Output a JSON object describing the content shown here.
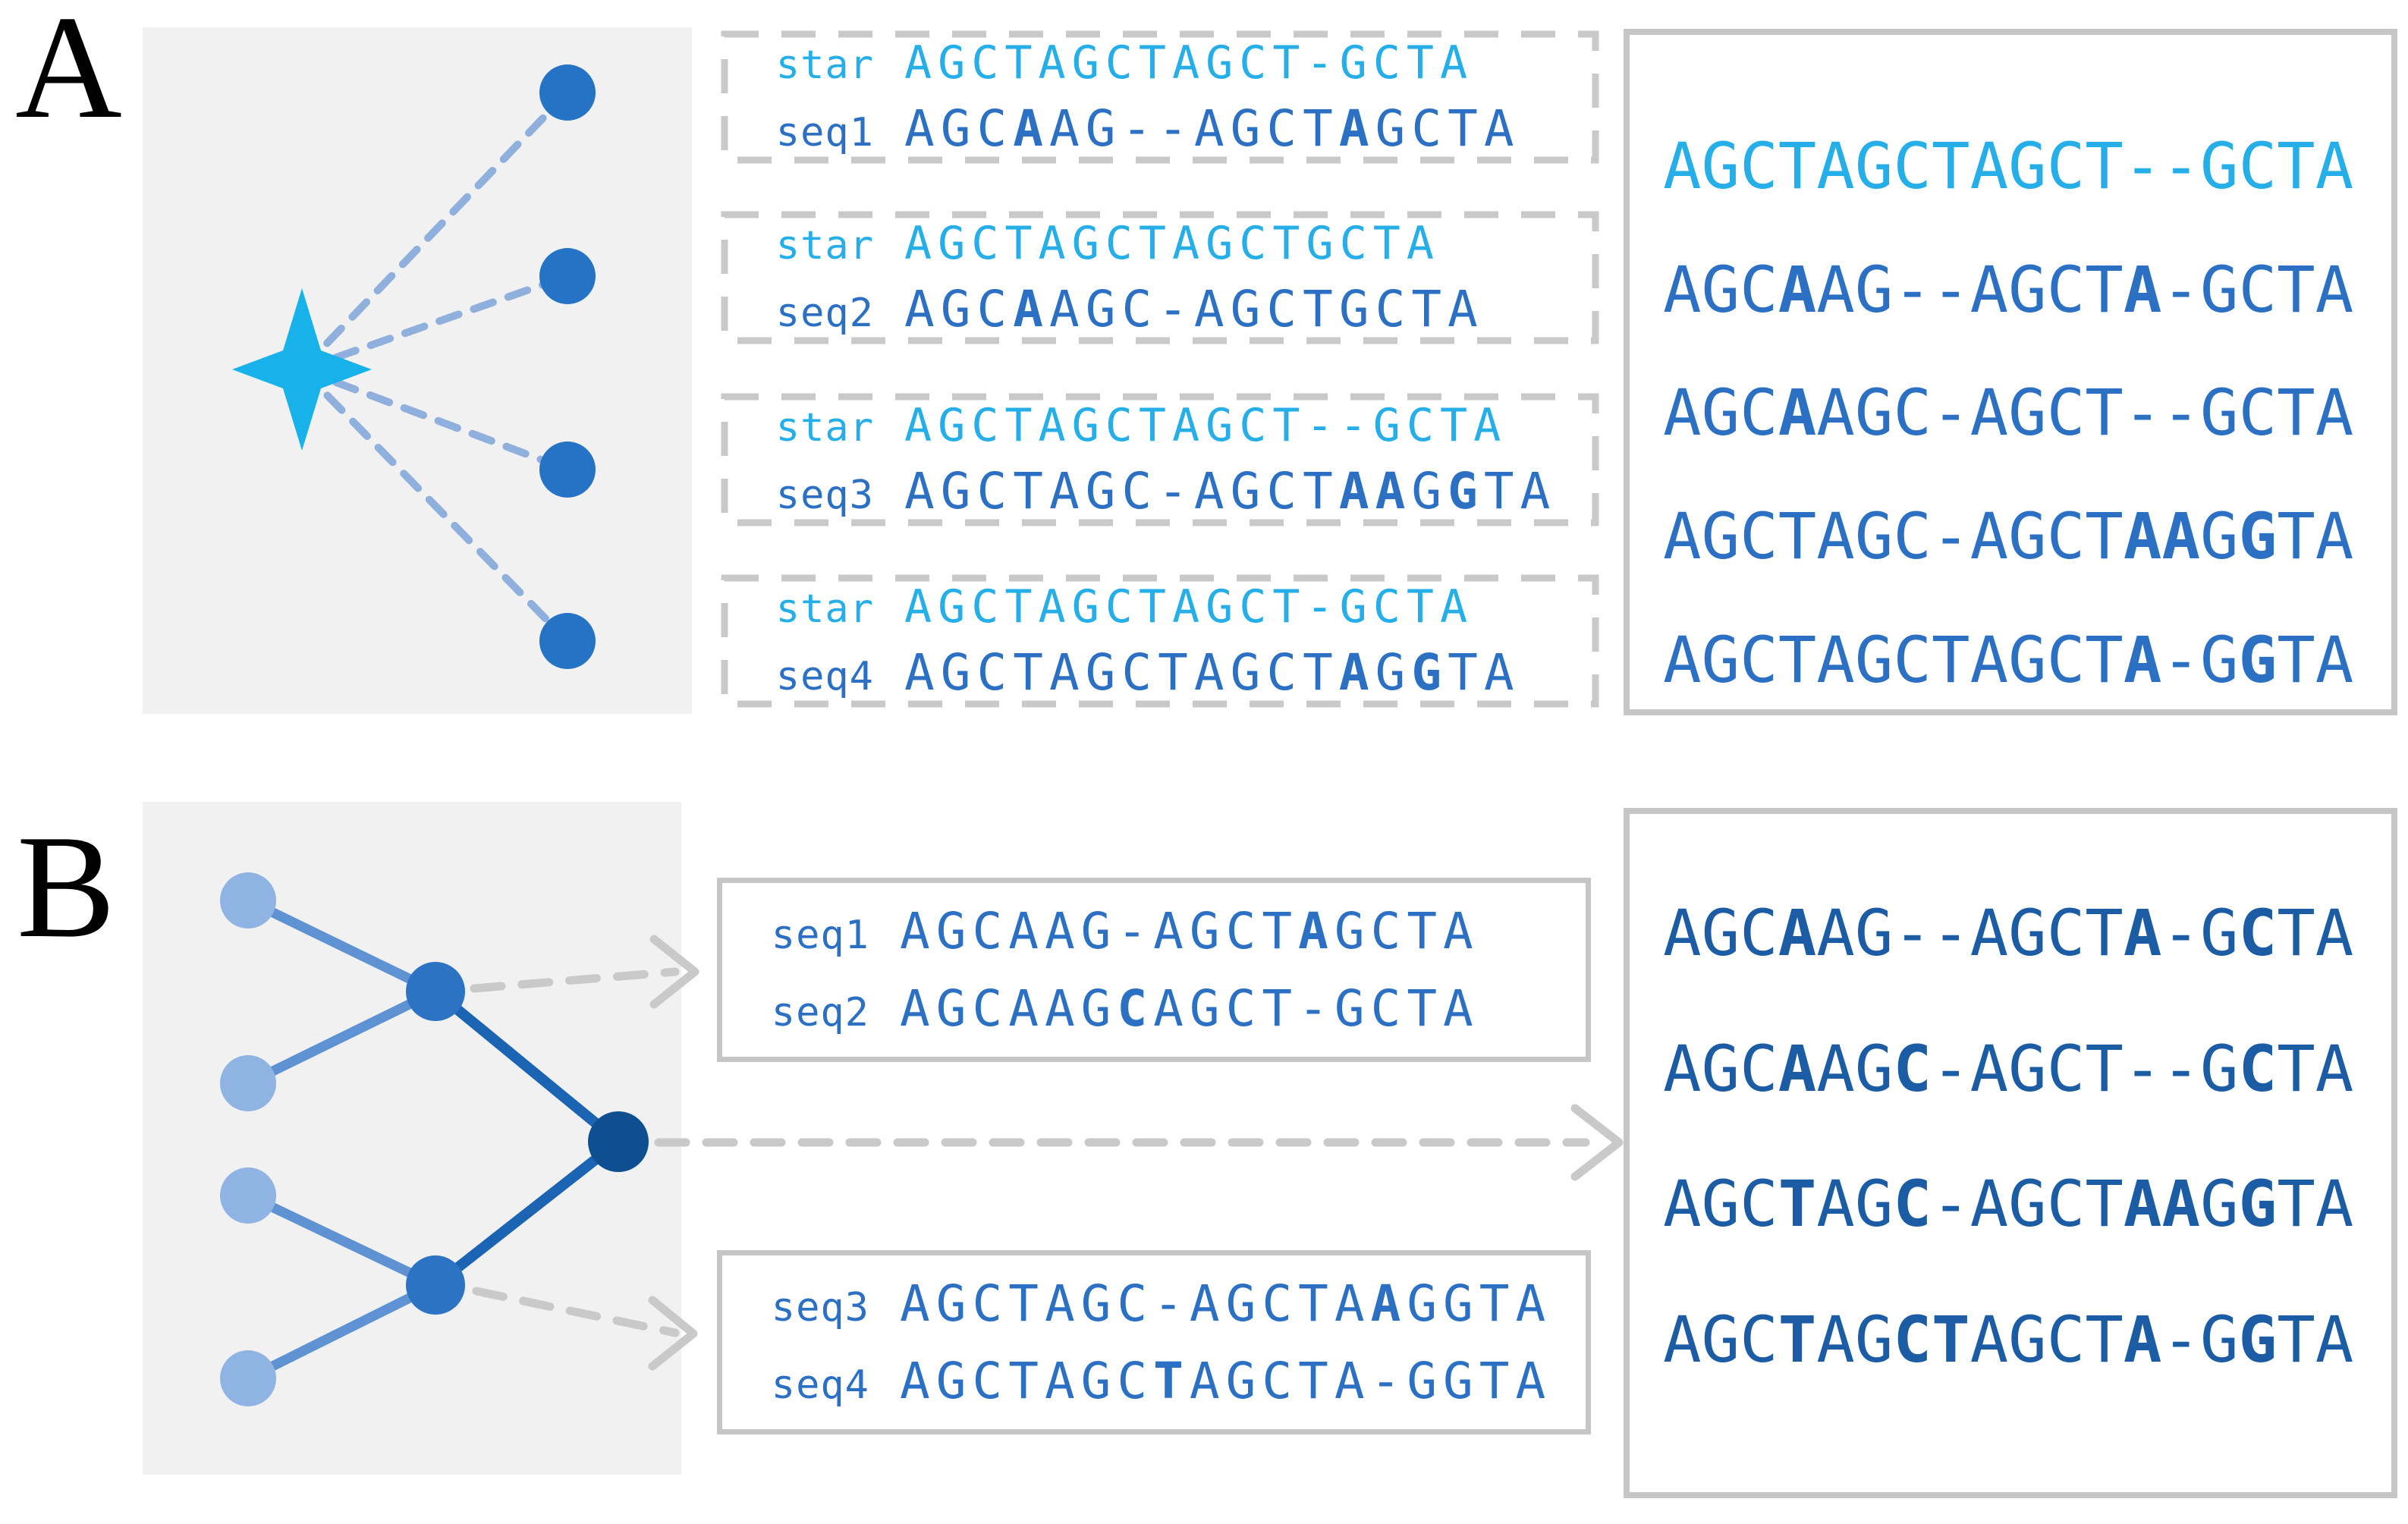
{
  "colors": {
    "cyan": "#25AEE8",
    "royal": "#2C70C4",
    "navy": "#1C5CA4",
    "star": "#17B2EA",
    "node": "#2473C4",
    "leaf": "#8FB3E2",
    "internal": "#2D73C4",
    "root": "#0E4F92",
    "edge-light": "#5E92D3",
    "edge-dark": "#1B63B3",
    "connector": "#8FAFDD",
    "arrow": "#C9C9C9",
    "border": "#C6C6C6",
    "dash-border": "#C9C9C9",
    "panel-bg": "#F1F1F2"
  },
  "panelA": {
    "label": "A",
    "pairwise": [
      {
        "rows": [
          {
            "label": "star",
            "cls": "cyan",
            "segments": [
              [
                "AGCTAGCTAGCT-GCTA",
                false
              ]
            ]
          },
          {
            "label": "seq1",
            "cls": "royal",
            "segments": [
              [
                "AGC",
                false
              ],
              [
                "A",
                true
              ],
              [
                "AG--AGCT",
                false
              ],
              [
                "A",
                true
              ],
              [
                "GCTA",
                false
              ]
            ]
          }
        ]
      },
      {
        "rows": [
          {
            "label": "star",
            "cls": "cyan",
            "segments": [
              [
                "AGCTAGCTAGCTGCTA",
                false
              ]
            ]
          },
          {
            "label": "seq2",
            "cls": "royal",
            "segments": [
              [
                "AGC",
                false
              ],
              [
                "A",
                true
              ],
              [
                "AGC-AGCTGCTA",
                false
              ]
            ]
          }
        ]
      },
      {
        "rows": [
          {
            "label": "star",
            "cls": "cyan",
            "segments": [
              [
                "AGCTAGCTAGCT--GCTA",
                false
              ]
            ]
          },
          {
            "label": "seq3",
            "cls": "royal",
            "segments": [
              [
                "AGCTAGC-AGCT",
                false
              ],
              [
                "AA",
                true
              ],
              [
                "G",
                false
              ],
              [
                "G",
                true
              ],
              [
                "TA",
                false
              ]
            ]
          }
        ]
      },
      {
        "rows": [
          {
            "label": "star",
            "cls": "cyan",
            "segments": [
              [
                "AGCTAGCTAGCT-GCTA",
                false
              ]
            ]
          },
          {
            "label": "seq4",
            "cls": "royal",
            "segments": [
              [
                "AGCTAGCTAGCT",
                false
              ],
              [
                "A",
                true
              ],
              [
                "G",
                false
              ],
              [
                "G",
                true
              ],
              [
                "TA",
                false
              ]
            ]
          }
        ]
      }
    ],
    "final_rows": [
      {
        "cls": "cyan",
        "segments": [
          [
            "AGCTAGCTAGCT--GCTA",
            false
          ]
        ]
      },
      {
        "cls": "royal",
        "segments": [
          [
            "AGC",
            false
          ],
          [
            "A",
            true
          ],
          [
            "AG--AGCT",
            false
          ],
          [
            "A",
            true
          ],
          [
            "-GCTA",
            false
          ]
        ]
      },
      {
        "cls": "royal",
        "segments": [
          [
            "AGC",
            false
          ],
          [
            "A",
            true
          ],
          [
            "AGC-AGCT--GCTA",
            false
          ]
        ]
      },
      {
        "cls": "royal",
        "segments": [
          [
            "AGCTAGC-AGCT",
            false
          ],
          [
            "AA",
            true
          ],
          [
            "G",
            false
          ],
          [
            "G",
            true
          ],
          [
            "TA",
            false
          ]
        ]
      },
      {
        "cls": "royal",
        "segments": [
          [
            "AGCTAGCTAGCT",
            false
          ],
          [
            "A",
            true
          ],
          [
            "-G",
            false
          ],
          [
            "G",
            true
          ],
          [
            "TA",
            false
          ]
        ]
      }
    ]
  },
  "panelB": {
    "label": "B",
    "pair_boxes": [
      {
        "rows": [
          {
            "label": "seq1",
            "cls": "royal",
            "segments": [
              [
                "AGCAAG-AGCT",
                false
              ],
              [
                "A",
                true
              ],
              [
                "GCTA",
                false
              ]
            ]
          },
          {
            "label": "seq2",
            "cls": "royal",
            "segments": [
              [
                "AGCAAG",
                false
              ],
              [
                "C",
                true
              ],
              [
                "AGCT-GCTA",
                false
              ]
            ]
          }
        ]
      },
      {
        "rows": [
          {
            "label": "seq3",
            "cls": "royal",
            "segments": [
              [
                "AGCTAGC-AGCTA",
                false
              ],
              [
                "A",
                true
              ],
              [
                "GGTA",
                false
              ]
            ]
          },
          {
            "label": "seq4",
            "cls": "royal",
            "segments": [
              [
                "AGCTAGC",
                false
              ],
              [
                "T",
                true
              ],
              [
                "AGCTA-GGTA",
                false
              ]
            ]
          }
        ]
      }
    ],
    "final_rows": [
      {
        "cls": "navy",
        "segments": [
          [
            "AGC",
            false
          ],
          [
            "A",
            true
          ],
          [
            "AG--AGCT",
            false
          ],
          [
            "A",
            true
          ],
          [
            "-G",
            false
          ],
          [
            "C",
            true
          ],
          [
            "TA",
            false
          ]
        ]
      },
      {
        "cls": "navy",
        "segments": [
          [
            "AGC",
            false
          ],
          [
            "A",
            true
          ],
          [
            "AG",
            false
          ],
          [
            "C",
            true
          ],
          [
            "-AGCT--G",
            false
          ],
          [
            "C",
            true
          ],
          [
            "TA",
            false
          ]
        ]
      },
      {
        "cls": "navy",
        "segments": [
          [
            "AGC",
            false
          ],
          [
            "T",
            true
          ],
          [
            "AG",
            false
          ],
          [
            "C",
            true
          ],
          [
            "-AGCT",
            false
          ],
          [
            "AA",
            true
          ],
          [
            "G",
            false
          ],
          [
            "G",
            true
          ],
          [
            "TA",
            false
          ]
        ]
      },
      {
        "cls": "navy",
        "segments": [
          [
            "AGC",
            false
          ],
          [
            "T",
            true
          ],
          [
            "AG",
            false
          ],
          [
            "CT",
            true
          ],
          [
            "AGCT",
            false
          ],
          [
            "A",
            true
          ],
          [
            "-G",
            false
          ],
          [
            "G",
            true
          ],
          [
            "TA",
            false
          ]
        ]
      }
    ]
  }
}
